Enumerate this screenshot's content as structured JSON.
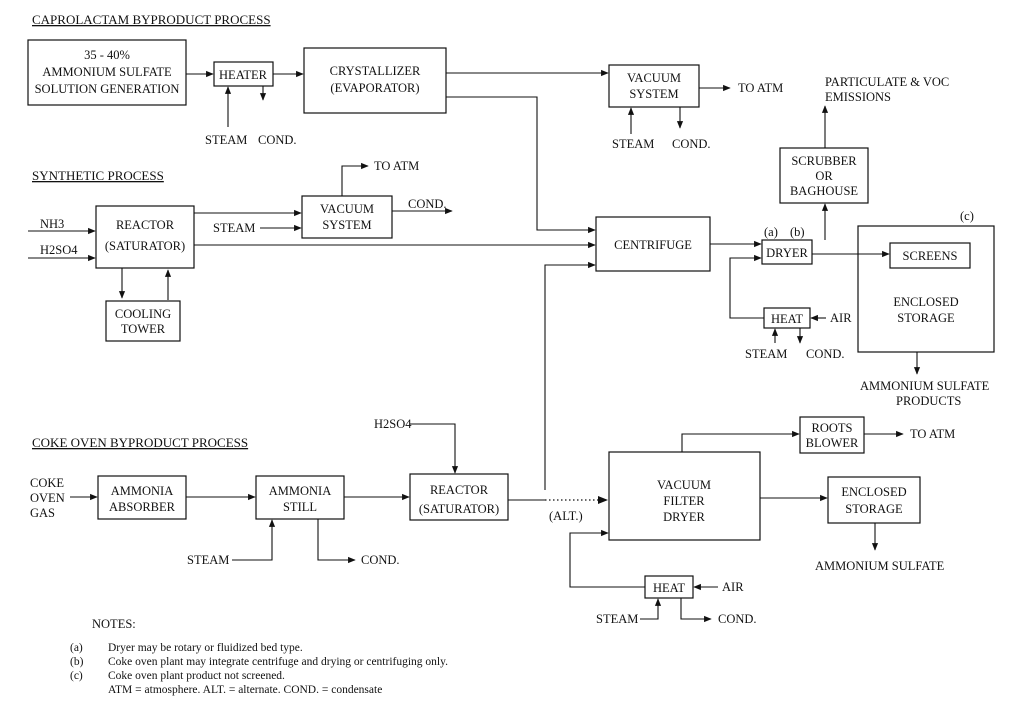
{
  "sections": {
    "caprolactam": "CAPROLACTAM BYPRODUCT PROCESS",
    "synthetic": "SYNTHETIC PROCESS",
    "coke_oven": "COKE OVEN BYPRODUCT PROCESS"
  },
  "boxes": {
    "solution_gen": [
      "35 - 40%",
      "AMMONIUM SULFATE",
      "SOLUTION GENERATION"
    ],
    "heater": [
      "HEATER"
    ],
    "crystallizer": [
      "CRYSTALLIZER",
      "(EVAPORATOR)"
    ],
    "vacuum_system_top": [
      "VACUUM",
      "SYSTEM"
    ],
    "reactor_synthetic": [
      "REACTOR",
      "(SATURATOR)"
    ],
    "vacuum_system_mid": [
      "VACUUM",
      "SYSTEM"
    ],
    "cooling_tower": [
      "COOLING",
      "TOWER"
    ],
    "centrifuge": [
      "CENTRIFUGE"
    ],
    "scrubber": [
      "SCRUBBER",
      "OR",
      "BAGHOUSE"
    ],
    "dryer": [
      "DRYER"
    ],
    "heat_dryer": [
      "HEAT"
    ],
    "enclosed_storage_top": [
      "ENCLOSED",
      "STORAGE"
    ],
    "screens": [
      "SCREENS"
    ],
    "ammonia_absorber": [
      "AMMONIA",
      "ABSORBER"
    ],
    "ammonia_still": [
      "AMMONIA",
      "STILL"
    ],
    "reactor_coke": [
      "REACTOR",
      "(SATURATOR)"
    ],
    "vacuum_filter_dryer": [
      "VACUUM",
      "FILTER",
      "DRYER"
    ],
    "roots_blower": [
      "ROOTS",
      "BLOWER"
    ],
    "enclosed_storage_bottom": [
      "ENCLOSED",
      "STORAGE"
    ],
    "heat_vfd": [
      "HEAT"
    ]
  },
  "labels": {
    "steam": "STEAM",
    "cond": "COND.",
    "to_atm": "TO ATM",
    "air": "AIR",
    "nh3": "NH3",
    "h2so4": "H2SO4",
    "particulate": [
      "PARTICULATE & VOC",
      "EMISSIONS"
    ],
    "note_a": "(a)",
    "note_b": "(b)",
    "note_c": "(c)",
    "products": [
      "AMMONIUM SULFATE",
      "PRODUCTS"
    ],
    "ammonium_sulfate": "AMMONIUM SULFATE",
    "coke_oven_gas": [
      "COKE",
      "OVEN",
      "GAS"
    ],
    "alt": "(ALT.)"
  },
  "notes": {
    "heading": "NOTES:",
    "items": [
      {
        "key": "(a)",
        "text": "Dryer may be rotary or fluidized bed type."
      },
      {
        "key": "(b)",
        "text": "Coke oven plant may integrate centrifuge and drying or centrifuging only."
      },
      {
        "key": "(c)",
        "text": "Coke oven plant product not screened."
      }
    ],
    "legend": "ATM = atmosphere. ALT. = alternate. COND. = condensate"
  }
}
